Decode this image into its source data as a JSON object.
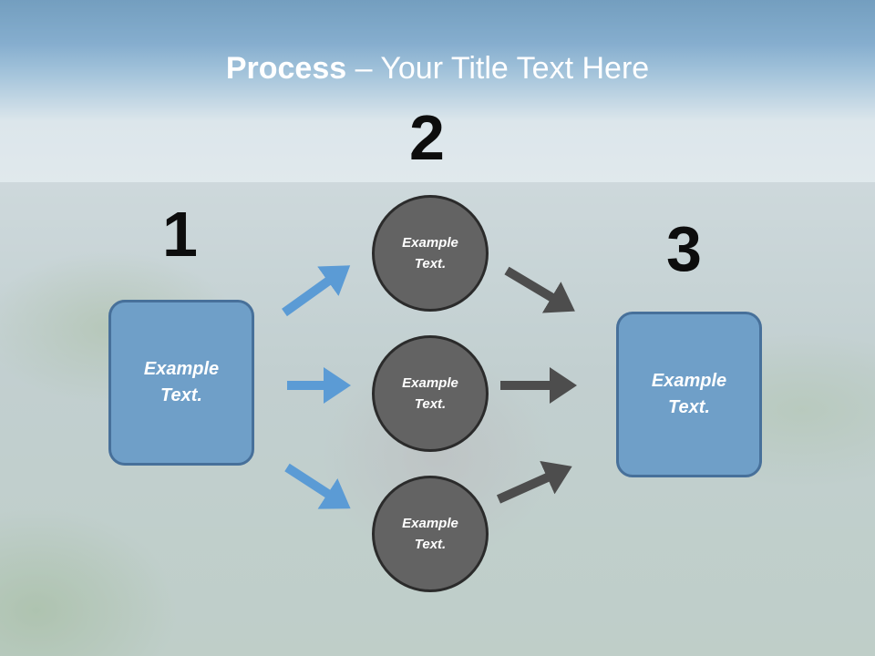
{
  "title": {
    "bold": "Process",
    "rest": " – Your Title Text Here"
  },
  "steps": {
    "one": "1",
    "two": "2",
    "three": "3"
  },
  "left_box": {
    "text": "Example\nText."
  },
  "right_box": {
    "text": "Example\nText."
  },
  "circles": [
    {
      "text": "Example\nText."
    },
    {
      "text": "Example\nText."
    },
    {
      "text": "Example\nText."
    }
  ],
  "colors": {
    "blue_arrow": "#5b9bd5",
    "gray_arrow": "#4d4d4d",
    "box_fill": "#6f9fc8",
    "circle_fill": "#636363"
  }
}
